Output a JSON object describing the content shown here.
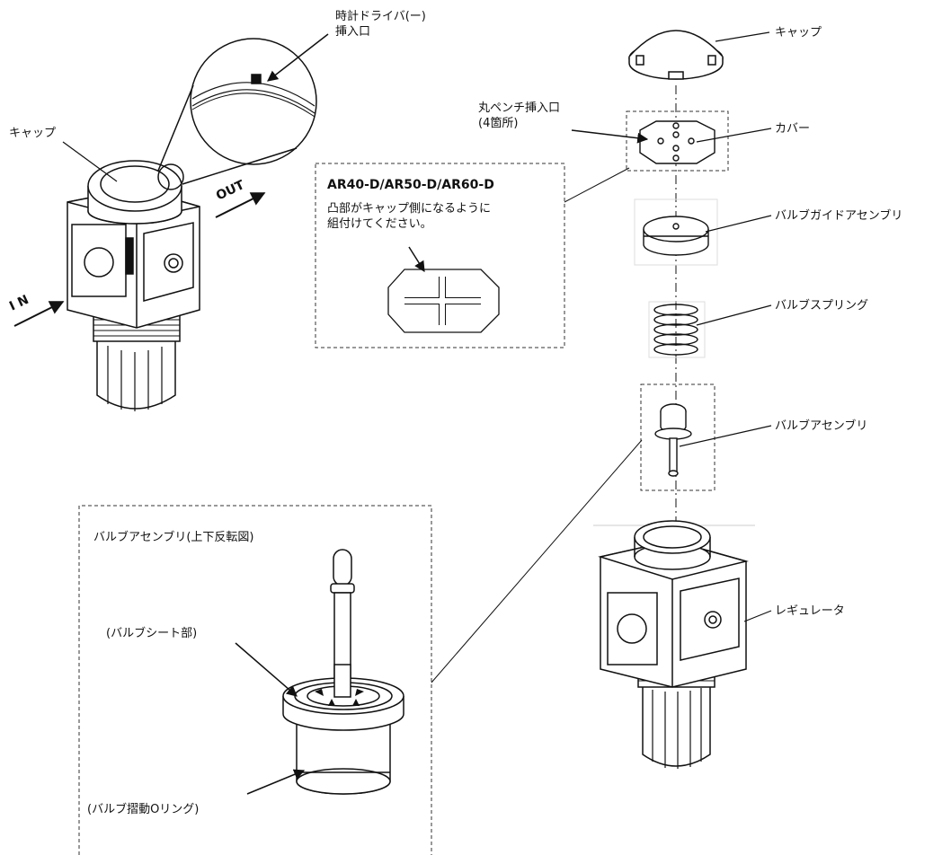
{
  "labels": {
    "screwdriver_slot": [
      "時計ドライバ(ー)",
      "挿入口"
    ],
    "cap_left": "キャップ",
    "out": "OUT",
    "in": "I N",
    "pliers_slot": [
      "丸ペンチ挿入口",
      "(4箇所)"
    ],
    "cap_right": "キャップ",
    "cover": "カバー",
    "valve_guide_assembly": "バルブガイドアセンブリ",
    "valve_spring": "バルブスプリング",
    "valve_assembly": "バルブアセンブリ",
    "regulator": "レギュレータ"
  },
  "inset_models": {
    "title": "AR40-D/AR50-D/AR60-D",
    "note": [
      "凸部がキャップ側になるように",
      "組付けてください。"
    ]
  },
  "inset_valve": {
    "title": "バルブアセンブリ(上下反転図)",
    "seat": "(バルブシート部)",
    "oring": "(バルブ摺動Oリング)"
  }
}
